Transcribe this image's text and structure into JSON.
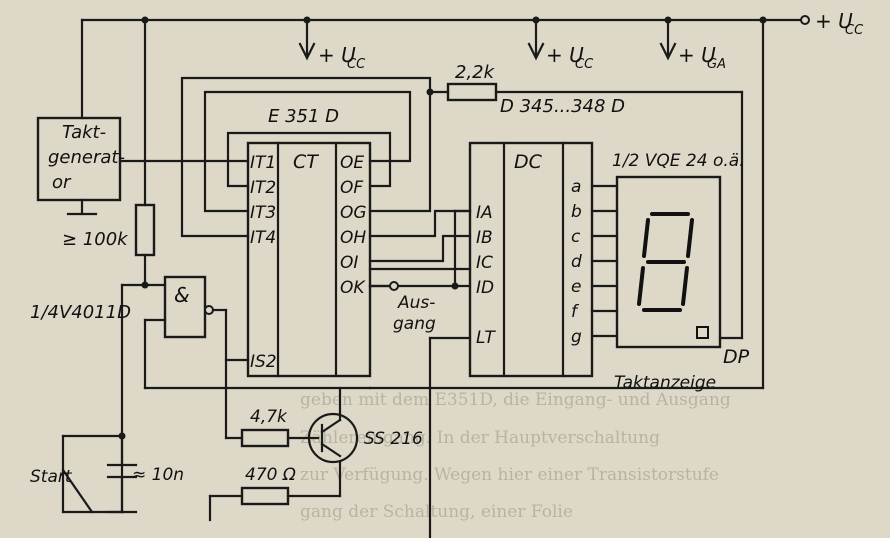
{
  "labels": {
    "ucc_top": "+ U",
    "ucc_top_sub": "CC",
    "ucc1": "+ U",
    "ucc1_sub": "CC",
    "ucc2": "+ U",
    "ucc2_sub": "CC",
    "uga": "+ U",
    "uga_sub": "GA",
    "r22k": "2,2k",
    "decoder_part": "D 345...348 D",
    "counter_part": "E 351 D",
    "counter_name": "CT",
    "decoder_name": "DC",
    "display_part": "1/2 VQE 24 o.ä.",
    "taktgen_1": "Takt-",
    "taktgen_2": "generat-",
    "taktgen_3": "or",
    "r100k": "≥ 100k",
    "nand_part": "1/4V4011D",
    "nand_symbol": "&",
    "ausgang_1": "Aus-",
    "ausgang_2": "gang",
    "taktanzeige": "Taktanzeige",
    "dp": "DP",
    "r47k": "4,7k",
    "r470": "470 Ω",
    "transistor": "SS 216",
    "start": "Start",
    "cap": "≈ 10n"
  },
  "counter_inputs": [
    "IT1",
    "IT2",
    "IT3",
    "IT4",
    "IS2"
  ],
  "counter_outputs": [
    "OE",
    "OF",
    "OG",
    "OH",
    "OI",
    "OK"
  ],
  "decoder_inputs": [
    "IA",
    "IB",
    "IC",
    "ID",
    "LT"
  ],
  "decoder_outputs": [
    "a",
    "b",
    "c",
    "d",
    "e",
    "f",
    "g"
  ]
}
